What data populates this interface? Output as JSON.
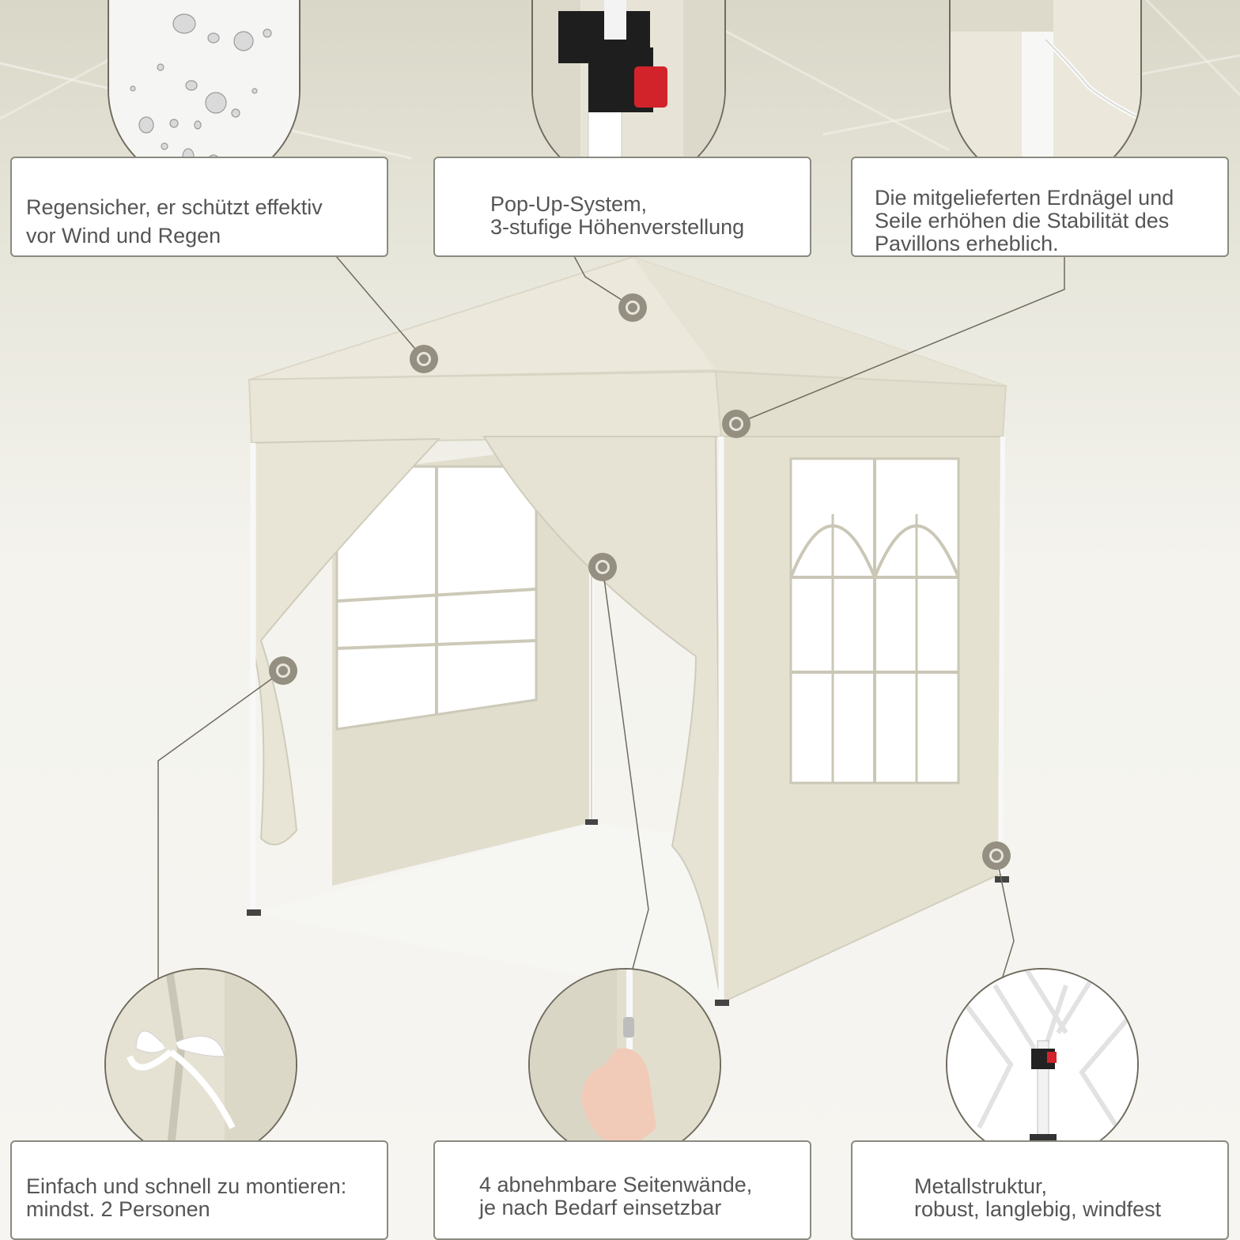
{
  "features": {
    "rain": {
      "label_line1": "Regensicher, er schützt effektiv",
      "label_line2": "vor Wind und Regen",
      "icon": "water-drops-icon"
    },
    "popup": {
      "label_line1": "Pop-Up-System,",
      "label_line2": "3-stufige Höhenverstellung",
      "icon": "height-lock-icon"
    },
    "stakes": {
      "label_line1": "Die mitgelieferten Erdnägel und",
      "label_line2": "Seile erhöhen die Stabilität des",
      "label_line3": "Pavillons erheblich.",
      "icon": "rope-icon"
    },
    "assembly": {
      "label_line1": "Einfach und schnell zu montieren:",
      "label_line2": "mindst. 2 Personen",
      "icon": "ribbon-tie-icon"
    },
    "sidewalls": {
      "label_line1": "4 abnehmbare Seitenwände,",
      "label_line2": "je nach Bedarf einsetzbar",
      "icon": "zipper-hand-icon"
    },
    "frame": {
      "label_line1": "Metallstruktur,",
      "label_line2": "robust, langlebig, windfest",
      "icon": "metal-frame-icon"
    }
  },
  "colors": {
    "canopy": "#ebe8da",
    "wall": "#e3dfcf",
    "accent_red": "#d3232a",
    "hotspot": "#948f80",
    "line": "#6f6b5e"
  }
}
